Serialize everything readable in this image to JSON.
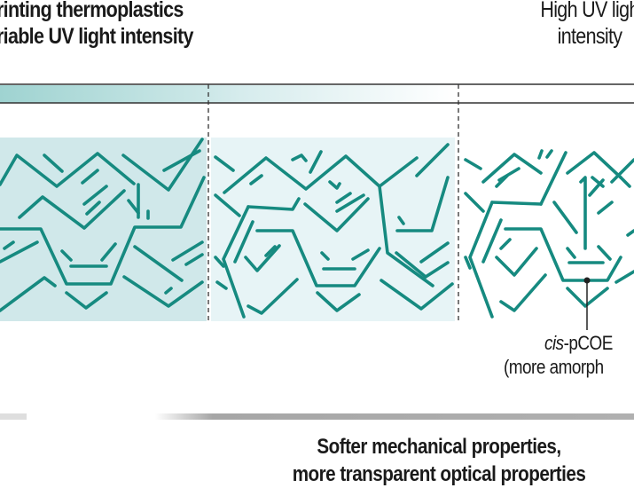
{
  "header": {
    "left_title_line1": "rinting thermoplastics",
    "left_title_line2": "riable UV light intensity",
    "right_title_line1": "High UV ligh",
    "right_title_line2": "intensity"
  },
  "annotation": {
    "label_italic": "cis",
    "label_rest": "-pCOE",
    "label_line2": "(more amorph"
  },
  "footer": {
    "line1": "Softer mechanical properties,",
    "line2": "more transparent optical properties"
  },
  "colors": {
    "polymer": "#168a80",
    "panel_dark": "#d0e8ea",
    "panel_light": "#e7f4f6",
    "gray_bar": "#a8a8a8"
  }
}
